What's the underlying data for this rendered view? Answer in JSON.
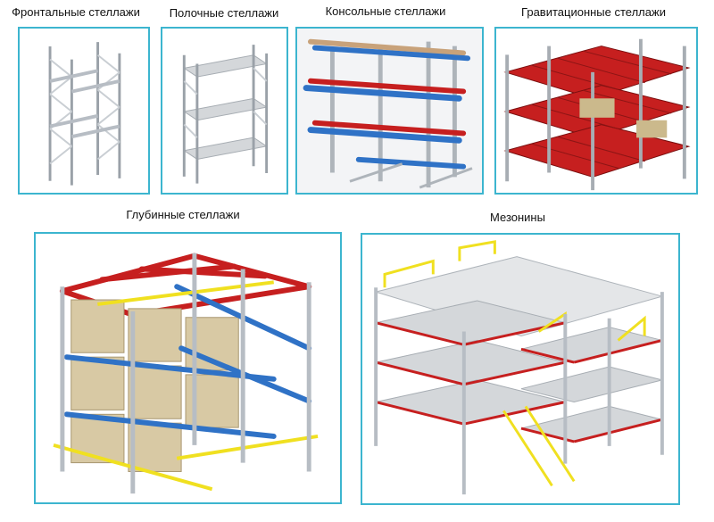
{
  "frame_color": "#3cb5cf",
  "colors": {
    "upright": "#b7bdc4",
    "beam_red": "#c61f1f",
    "beam_blue": "#2f72c6",
    "rail_yellow": "#f0e020",
    "shelf_grey": "#d4d7da",
    "box_carton": "#d8c9a4"
  },
  "sections": [
    {
      "title": "Фронтальные стеллажи",
      "illustration": "pallet-rack-frame-icon"
    },
    {
      "title": "Полочные стеллажи",
      "illustration": "shelf-rack-icon"
    },
    {
      "title": "Консольные стеллажи",
      "illustration": "cantilever-rack-icon"
    },
    {
      "title": "Гравитационные стеллажи",
      "illustration": "gravity-rack-icon"
    },
    {
      "title": "Глубинные стеллажи",
      "illustration": "drive-in-rack-icon"
    },
    {
      "title": "Мезонины",
      "illustration": "mezzanine-icon"
    }
  ]
}
